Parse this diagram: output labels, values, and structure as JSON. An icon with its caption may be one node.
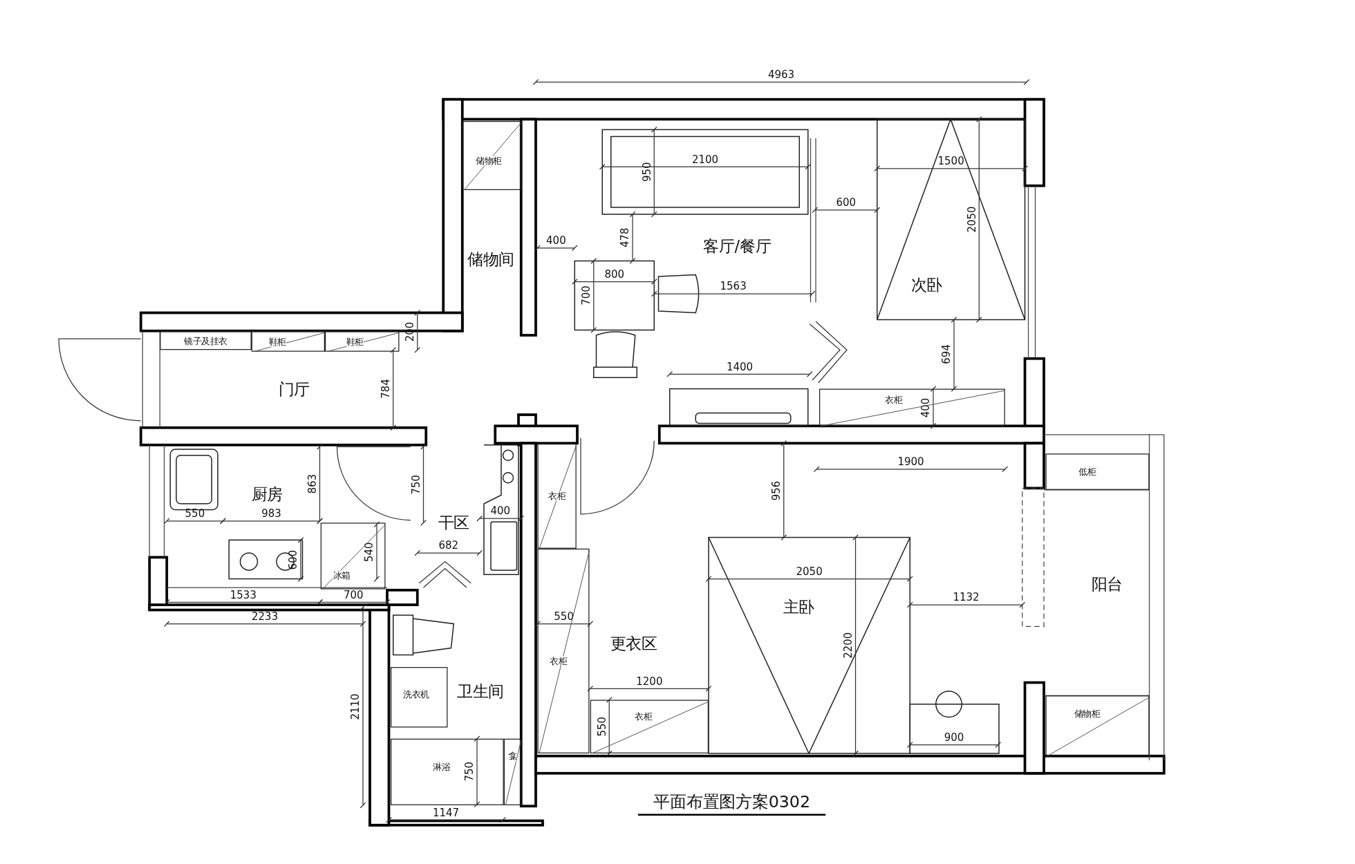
{
  "diagram": {
    "title": "平面布置图方案0302",
    "nodes": [
      {
        "text": [
          "储物柜"
        ]
      },
      {
        "text": [
          "镜子及挂衣"
        ]
      },
      {
        "text": [
          "鞋柜"
        ]
      },
      {
        "text": [
          "鞋柜"
        ]
      },
      {
        "text": [
          "冰箱"
        ]
      },
      {
        "text": [
          "洗衣机"
        ]
      },
      {
        "text": [
          "淋浴"
        ]
      },
      {
        "text": [
          "龛"
        ]
      },
      {
        "text": [
          "衣柜"
        ]
      },
      {
        "text": [
          "衣柜"
        ]
      },
      {
        "text": [
          "衣柜"
        ]
      },
      {
        "text": [
          "衣柜"
        ]
      },
      {
        "text": [
          "低柜"
        ]
      },
      {
        "text": [
          "储物柜"
        ]
      }
    ],
    "labels": [
      "4963",
      "储物间",
      "2100",
      "950",
      "1500",
      "2050",
      "600",
      "客厅/餐厅",
      "400",
      "478",
      "800",
      "1563",
      "次卧",
      "700",
      "200",
      "694",
      "1400",
      "门厅",
      "784",
      "400",
      "1900",
      "厨房",
      "863",
      "750",
      "956",
      "550",
      "983",
      "400",
      "干区",
      "682",
      "540",
      "600",
      "2050",
      "阳台",
      "1533",
      "700",
      "1132",
      "主卧",
      "2233",
      "550",
      "更衣区",
      "2200",
      "1200",
      "卫生间",
      "2110",
      "550",
      "900",
      "750",
      "1147"
    ]
  }
}
